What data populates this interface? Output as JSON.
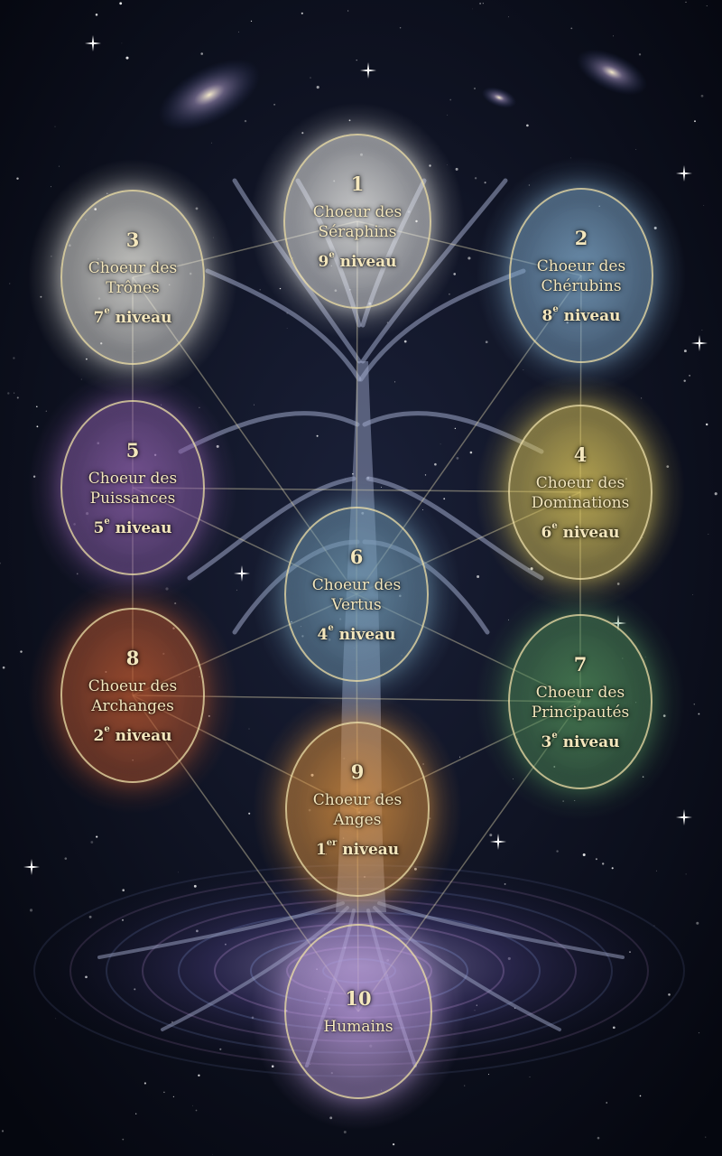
{
  "nodes": [
    {
      "id": "n1",
      "number": "1",
      "line1": "Choeur des",
      "line2": "Séraphins",
      "level_num": "9",
      "level_sup": "e",
      "level_word": "niveau",
      "color": "#f2f2ee"
    },
    {
      "id": "n2",
      "number": "2",
      "line1": "Choeur des",
      "line2": "Chérubins",
      "level_num": "8",
      "level_sup": "e",
      "level_word": "niveau",
      "color": "#7fa8c9"
    },
    {
      "id": "n3",
      "number": "3",
      "line1": "Choeur des",
      "line2": "Trônes",
      "level_num": "7",
      "level_sup": "e",
      "level_word": "niveau",
      "color": "#ecebe3"
    },
    {
      "id": "n4",
      "number": "4",
      "line1": "Choeur des",
      "line2": "Dominations",
      "level_num": "6",
      "level_sup": "e",
      "level_word": "niveau",
      "color": "#d9c35a"
    },
    {
      "id": "n5",
      "number": "5",
      "line1": "Choeur des",
      "line2": "Puissances",
      "level_num": "5",
      "level_sup": "e",
      "level_word": "niveau",
      "color": "#8a5fa8"
    },
    {
      "id": "n6",
      "number": "6",
      "line1": "Choeur des",
      "line2": "Vertus",
      "level_num": "4",
      "level_sup": "e",
      "level_word": "niveau",
      "color": "#6f97b0"
    },
    {
      "id": "n7",
      "number": "7",
      "line1": "Choeur des",
      "line2": "Principautés",
      "level_num": "3",
      "level_sup": "e",
      "level_word": "niveau",
      "color": "#4f8a58"
    },
    {
      "id": "n8",
      "number": "8",
      "line1": "Choeur des",
      "line2": "Archanges",
      "level_num": "2",
      "level_sup": "e",
      "level_word": "niveau",
      "color": "#b5552f"
    },
    {
      "id": "n9",
      "number": "9",
      "line1": "Choeur des",
      "line2": "Anges",
      "level_num": "1",
      "level_sup": "er",
      "level_word": "niveau",
      "color": "#d78e3e"
    },
    {
      "id": "n10",
      "number": "10",
      "line1": "Humains",
      "line2": "",
      "level_num": "",
      "level_sup": "",
      "level_word": "",
      "color": "#b89ad8"
    }
  ],
  "connections": [
    [
      "n1",
      "n2"
    ],
    [
      "n1",
      "n3"
    ],
    [
      "n1",
      "n6"
    ],
    [
      "n2",
      "n6"
    ],
    [
      "n3",
      "n6"
    ],
    [
      "n2",
      "n4"
    ],
    [
      "n3",
      "n5"
    ],
    [
      "n4",
      "n5"
    ],
    [
      "n4",
      "n6"
    ],
    [
      "n5",
      "n6"
    ],
    [
      "n4",
      "n7"
    ],
    [
      "n5",
      "n8"
    ],
    [
      "n6",
      "n7"
    ],
    [
      "n6",
      "n8"
    ],
    [
      "n7",
      "n8"
    ],
    [
      "n7",
      "n9"
    ],
    [
      "n8",
      "n9"
    ],
    [
      "n6",
      "n9"
    ],
    [
      "n7",
      "n10"
    ],
    [
      "n8",
      "n10"
    ],
    [
      "n9",
      "n10"
    ]
  ],
  "colors": {
    "background": "#070a16",
    "line": "#d8cfa8",
    "text": "#f4e7bd",
    "trunk": "#9fa8c8"
  }
}
